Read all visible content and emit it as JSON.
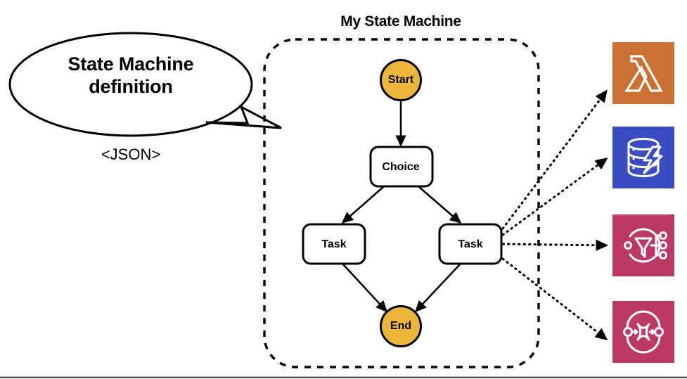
{
  "diagram": {
    "title": "My State Machine",
    "callout": {
      "title": "State Machine\ndefinition",
      "subtitle": "<JSON>"
    },
    "states": [
      {
        "id": "start",
        "label": "Start",
        "shape": "circle",
        "fill": "#EDB73E"
      },
      {
        "id": "choice",
        "label": "Choice",
        "shape": "rounded-rect",
        "fill": "#FFFFFF"
      },
      {
        "id": "task-left",
        "label": "Task",
        "shape": "rounded-rect",
        "fill": "#FFFFFF"
      },
      {
        "id": "task-right",
        "label": "Task",
        "shape": "rounded-rect",
        "fill": "#FFFFFF"
      },
      {
        "id": "end",
        "label": "End",
        "shape": "circle",
        "fill": "#EDB73E"
      }
    ],
    "transitions": [
      {
        "from": "start",
        "to": "choice",
        "style": "solid"
      },
      {
        "from": "choice",
        "to": "task-left",
        "style": "solid"
      },
      {
        "from": "choice",
        "to": "task-right",
        "style": "solid"
      },
      {
        "from": "task-left",
        "to": "end",
        "style": "solid"
      },
      {
        "from": "task-right",
        "to": "end",
        "style": "solid"
      }
    ],
    "integrations": [
      {
        "id": "lambda",
        "icon": "aws-lambda-icon",
        "color": "#CA7032",
        "from": "task-right",
        "style": "dotted"
      },
      {
        "id": "dynamodb",
        "icon": "aws-dynamodb-icon",
        "color": "#3B4CC0",
        "from": "task-right",
        "style": "dotted"
      },
      {
        "id": "sns",
        "icon": "aws-sns-icon",
        "color": "#BA3A64",
        "from": "task-right",
        "style": "dotted"
      },
      {
        "id": "sqs",
        "icon": "aws-sqs-icon",
        "color": "#BA3A64",
        "from": "task-right",
        "style": "dotted"
      }
    ],
    "container": {
      "style": "dashed",
      "stroke": "#000000"
    },
    "colors": {
      "state_fill": "#EDB73E",
      "stroke": "#000000",
      "background": "#FFFFFF",
      "lambda_orange": "#CA7032",
      "dynamodb_blue": "#3B4CC0",
      "messaging_crimson": "#BA3A64"
    }
  }
}
